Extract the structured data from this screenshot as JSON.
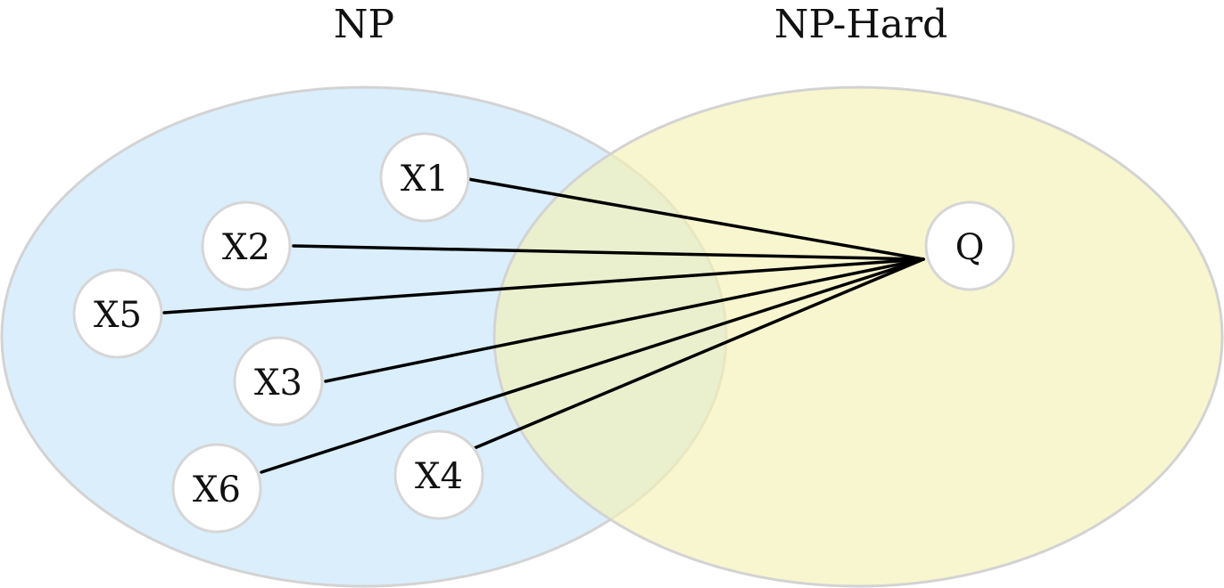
{
  "sets": {
    "np": {
      "label": "NP",
      "fill": "#dbeefc",
      "stroke": "#d3d3d3"
    },
    "np_hard": {
      "label": "NP-Hard",
      "fill": "#f6f4c4",
      "stroke": "#d3d3d3"
    }
  },
  "nodes": [
    {
      "id": "x1",
      "label": "X1"
    },
    {
      "id": "x2",
      "label": "X2"
    },
    {
      "id": "x5",
      "label": "X5"
    },
    {
      "id": "x3",
      "label": "X3"
    },
    {
      "id": "x6",
      "label": "X6"
    },
    {
      "id": "x4",
      "label": "X4"
    },
    {
      "id": "q",
      "label": "Q"
    }
  ],
  "edges": [
    {
      "from": "X1",
      "to": "Q"
    },
    {
      "from": "X2",
      "to": "Q"
    },
    {
      "from": "X5",
      "to": "Q"
    },
    {
      "from": "X3",
      "to": "Q"
    },
    {
      "from": "X6",
      "to": "Q"
    },
    {
      "from": "X4",
      "to": "Q"
    }
  ],
  "colors": {
    "edge": "#000000",
    "node_fill": "#ffffff",
    "node_stroke": "#d6d6d6"
  }
}
